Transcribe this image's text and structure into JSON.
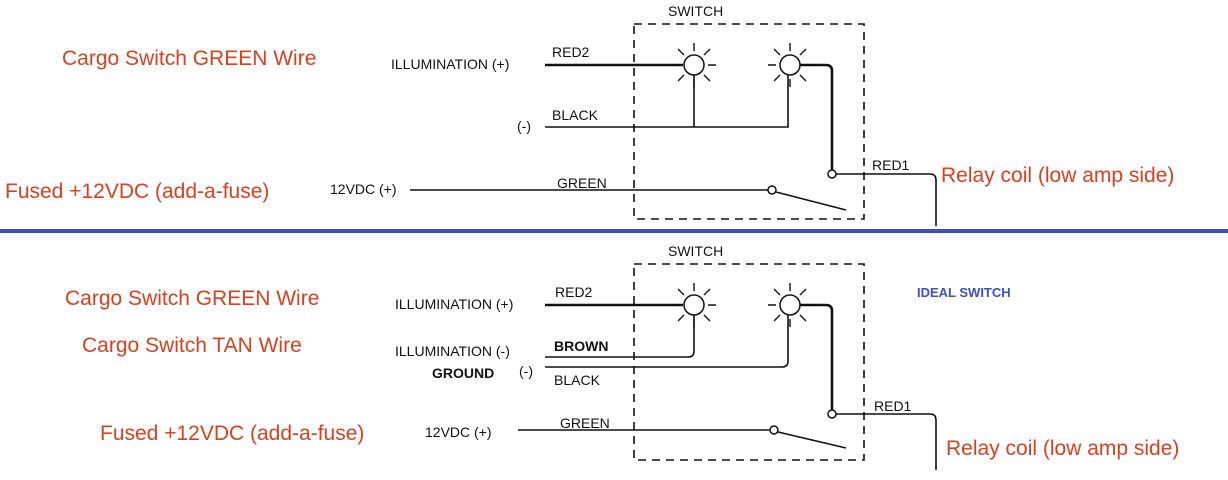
{
  "top": {
    "switch_title": "SWITCH",
    "left_notes": {
      "green_wire": "Cargo Switch GREEN Wire",
      "fused": "Fused +12VDC (add-a-fuse)"
    },
    "terminals": {
      "illum_plus": "ILLUMINATION (+)",
      "minus": "(-)",
      "v12": "12VDC (+)"
    },
    "wires": {
      "red2": "RED2",
      "black": "BLACK",
      "green": "GREEN",
      "red1": "RED1"
    },
    "relay_note": "Relay coil (low amp side)"
  },
  "bottom": {
    "switch_title": "SWITCH",
    "ideal_note": "IDEAL SWITCH",
    "left_notes": {
      "green_wire": "Cargo Switch GREEN Wire",
      "tan_wire": "Cargo Switch TAN Wire",
      "fused": "Fused +12VDC (add-a-fuse)"
    },
    "terminals": {
      "illum_plus": "ILLUMINATION (+)",
      "illum_minus": "ILLUMINATION (-)",
      "ground": "GROUND",
      "ground_minus": "(-)",
      "v12": "12VDC (+)"
    },
    "wires": {
      "red2": "RED2",
      "brown": "BROWN",
      "black": "BLACK",
      "green": "GREEN",
      "red1": "RED1"
    },
    "relay_note": "Relay coil (low amp side)"
  },
  "colors": {
    "note_red": "#d9401f",
    "divider_blue": "#3c4fc8",
    "ideal_blue": "#3c4fc8",
    "line": "#111111"
  }
}
